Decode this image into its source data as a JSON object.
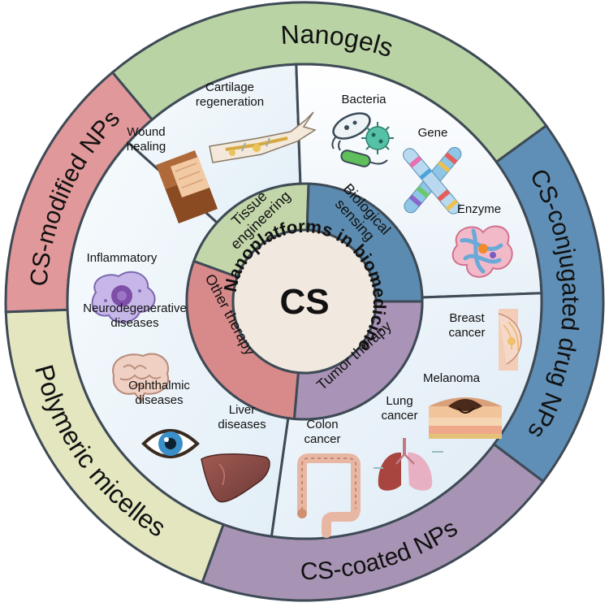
{
  "center": {
    "title": "CS",
    "ring_text": "Nanoplatforms in biomedicine"
  },
  "inner_sectors": [
    {
      "id": "tissue",
      "lines": [
        "Tissue",
        "engineering"
      ],
      "color": "#c3d6a9"
    },
    {
      "id": "biosensing",
      "lines": [
        "Biological",
        "sensing"
      ],
      "color": "#5b8bb0"
    },
    {
      "id": "tumor",
      "lines": [
        "Tumor therapy"
      ],
      "color": "#a993b7"
    },
    {
      "id": "other",
      "lines": [
        "Other therapy"
      ],
      "color": "#d88a8a"
    }
  ],
  "outer_bands": [
    {
      "id": "nanogels",
      "label": "Nanogels",
      "color": "#bad3a5"
    },
    {
      "id": "cs-conjugated",
      "label": "CS-conjugated drug NPs",
      "color": "#5f8fb6"
    },
    {
      "id": "cs-coated",
      "label": "CS-coated NPs",
      "color": "#a794b4"
    },
    {
      "id": "polymeric-micelles",
      "label": "Polymeric micelles",
      "color": "#e4e6bf"
    },
    {
      "id": "cs-modified",
      "label": "CS-modified NPs",
      "color": "#e0989a"
    }
  ],
  "application_labels": {
    "cartilage": [
      "Cartilage",
      "regeneration"
    ],
    "wound": [
      "Wound",
      "healing"
    ],
    "bacteria": [
      "Bacteria"
    ],
    "gene": [
      "Gene"
    ],
    "enzyme": [
      "Enzyme"
    ],
    "inflammatory": [
      "Inflammatory"
    ],
    "neuro": [
      "Neurodegenerative",
      "diseases"
    ],
    "ophthalmic": [
      "Ophthalmic",
      "diseases"
    ],
    "liver": [
      "Liver",
      "diseases"
    ],
    "breast": [
      "Breast",
      "cancer"
    ],
    "melanoma": [
      "Melanoma"
    ],
    "lung": [
      "Lung",
      "cancer"
    ],
    "colon": [
      "Colon",
      "cancer"
    ]
  },
  "icons": [
    "cartilage-arm-icon",
    "bandage-icon",
    "bacteria-icon",
    "virus-icon",
    "chromosome-icon",
    "enzyme-icon",
    "macrophage-cell-icon",
    "brain-icon",
    "eye-icon",
    "liver-icon",
    "breast-icon",
    "skin-melanoma-icon",
    "lungs-icon",
    "colon-icon"
  ],
  "colors": {
    "outline": "#3e4a55",
    "quad_top_left": "#e6f0f7",
    "quad_top_right": "#ffffff",
    "quad_bottom": "#eaf2f8",
    "center_fill": "#f1e8df"
  }
}
